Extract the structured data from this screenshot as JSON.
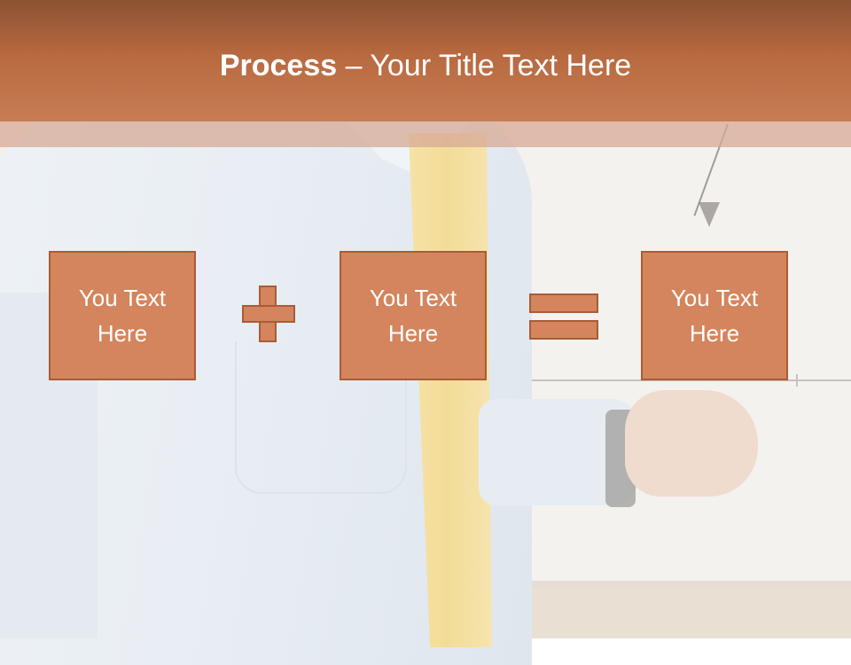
{
  "slide": {
    "title_bold": "Process",
    "title_rest": " – Your Title Text Here"
  },
  "process": {
    "boxes": [
      {
        "line1": "You Text",
        "line2": "Here"
      },
      {
        "line1": "You Text",
        "line2": "Here"
      },
      {
        "line1": "You Text",
        "line2": "Here"
      }
    ],
    "operators": [
      "plus-icon",
      "equals-icon"
    ]
  },
  "colors": {
    "header_dark": "#8b5234",
    "header_light": "#c77d55",
    "box_fill": "#d4855d",
    "box_border": "#a85c36",
    "text": "#ffffff"
  }
}
